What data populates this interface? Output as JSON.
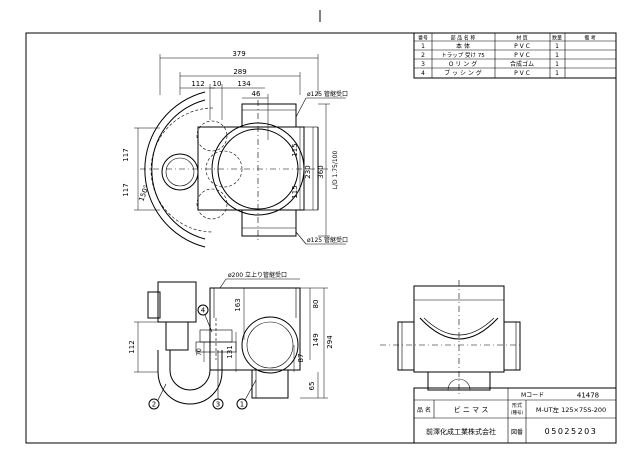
{
  "parts_table": {
    "headers": [
      "番号",
      "部 品 名 称",
      "材 質",
      "数量",
      "備 考"
    ],
    "rows": [
      [
        "1",
        "本 体",
        "P V C",
        "1",
        ""
      ],
      [
        "2",
        "トラップ 受け 75",
        "P V C",
        "1",
        ""
      ],
      [
        "3",
        "O リ ン グ",
        "合成ゴム",
        "1",
        ""
      ],
      [
        "4",
        "ブ ッ シ ン グ",
        "P V C",
        "1",
        ""
      ]
    ]
  },
  "plan_view": {
    "dims_top": [
      "379",
      "289",
      "112",
      "10",
      "134",
      "46"
    ],
    "dims_right": [
      "115",
      "230",
      "115",
      "360",
      "L/D 1.75/100"
    ],
    "dims_left": [
      "117",
      "117",
      "150°"
    ],
    "pipe_top_label": "ø125 管継受口",
    "pipe_bottom_label": "ø125 管継受口"
  },
  "section_view": {
    "top_label": "ø200 立上り管継受口",
    "dims": [
      "163",
      "80",
      "149",
      "294",
      "87",
      "65",
      "131",
      "112",
      "70"
    ],
    "balloons": [
      "1",
      "2",
      "3",
      "4"
    ]
  },
  "title_block": {
    "code_label": "Mコード",
    "code_value": "41478",
    "name_label": "品 名",
    "name_value": "ビ ニ マ ス",
    "model_label_1": "形式",
    "model_label_2": "(種号)",
    "model_value": "M-UT左 125×75S-200",
    "company": "前澤化成工業株式会社",
    "drawing_no_label": "図番",
    "drawing_no_value": "05025203"
  }
}
